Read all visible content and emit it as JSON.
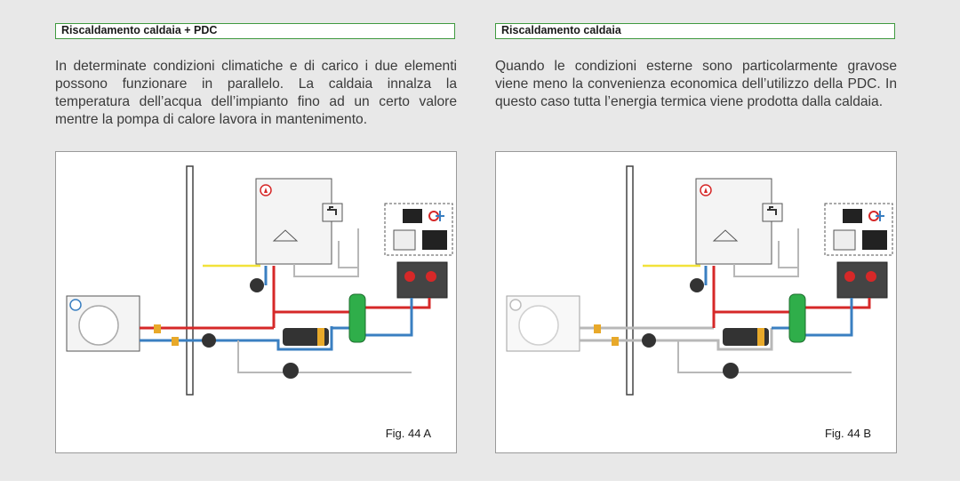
{
  "left": {
    "heading": "Riscaldamento caldaia + PDC",
    "paragraph": "In determinate condizioni climatiche e di carico i due elementi possono funzionare in parallelo. La caldaia innalza la temperatura dell’acqua dell’impianto fino ad un certo valore mentre la pompa di calore lavora in mantenimento.",
    "caption": "Fig. 44 A"
  },
  "right": {
    "heading": "Riscaldamento caldaia",
    "paragraph": "Quando le condizioni esterne sono particolarmente gravose viene meno la convenienza economica dell’utilizzo della PDC. In questo caso tutta l’energia termica viene prodotta dalla caldaia.",
    "caption": "Fig. 44 B"
  },
  "colors": {
    "heading_border": "#3f9a3f",
    "hot_pipe": "#d62828",
    "cold_pipe": "#3a7fc1",
    "inactive_pipe": "#b8b8b8",
    "gas_line": "#f2e23a",
    "separator": "#2fae4a"
  },
  "icons": [
    "boiler-icon",
    "heat-pump-icon",
    "tap-icon",
    "thermostat-icon",
    "snow-sun-icon",
    "tank-icon",
    "hydraulic-separator-icon",
    "pump-icon",
    "valve-icon"
  ]
}
